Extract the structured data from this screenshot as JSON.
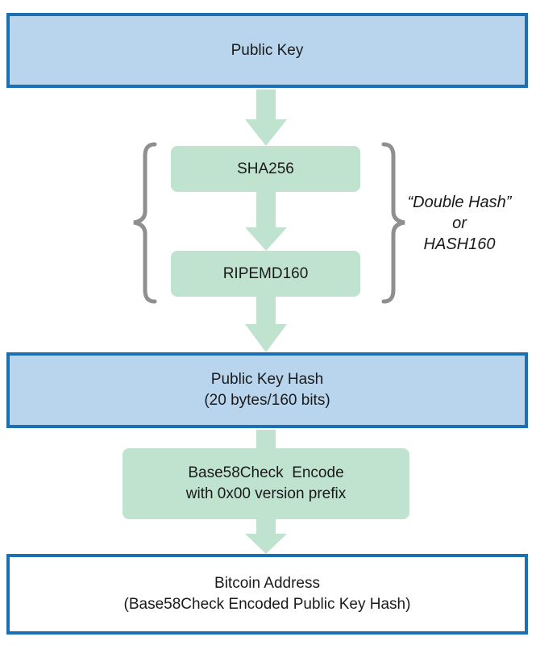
{
  "nodes": {
    "public_key": "Public Key",
    "sha256": "SHA256",
    "ripemd160": "RIPEMD160",
    "public_key_hash": {
      "line1": "Public Key Hash",
      "line2": "(20 bytes/160 bits)"
    },
    "base58check": {
      "line1": "Base58Check  Encode",
      "line2": "with 0x00 version prefix"
    },
    "bitcoin_address": {
      "line1": "Bitcoin Address",
      "line2": "(Base58Check Encoded Public Key Hash)"
    }
  },
  "note": {
    "line1": "“Double Hash”",
    "line2": "or",
    "line3": "HASH160"
  },
  "colors": {
    "blue_fill": "#b9d5ee",
    "blue_border": "#1b6fb3",
    "green_fill": "#bfe3cf",
    "arrow": "#bfe3cf",
    "brace": "#8f8f8f"
  }
}
